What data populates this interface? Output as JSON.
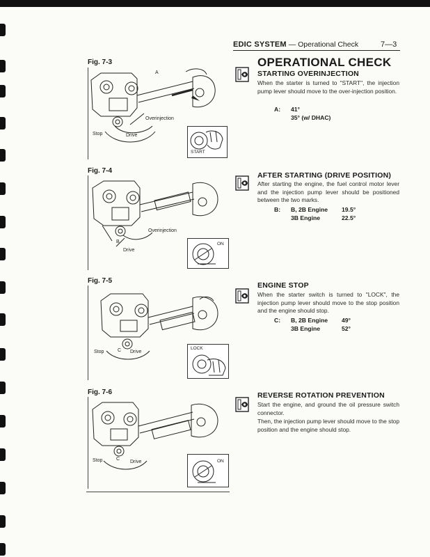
{
  "header": {
    "system": "EDIC SYSTEM",
    "dash": "—",
    "subtitle": "Operational Check",
    "page": "7—3"
  },
  "main_title": "OPERATIONAL CHECK",
  "icon_name": "inspect-eye-icon",
  "figures": [
    {
      "label": "Fig. 7-3",
      "callouts": [
        "A",
        "Overinjection",
        "Stop",
        "Drive"
      ],
      "switch": "START"
    },
    {
      "label": "Fig. 7-4",
      "callouts": [
        "Overinjection",
        "B",
        "Drive"
      ],
      "switch": "ON"
    },
    {
      "label": "Fig. 7-5",
      "callouts": [
        "Stop",
        "C",
        "Drive"
      ],
      "switch": "LOCK"
    },
    {
      "label": "Fig. 7-6",
      "callouts": [
        "Stop",
        "C",
        "Drive"
      ],
      "switch": "ON"
    }
  ],
  "sections": [
    {
      "title": "STARTING OVERINJECTION",
      "body": "When the starter is turned to \"START\", the injection pump lever should move to the over-injection position.",
      "specs": [
        {
          "key": "A:",
          "label": "",
          "value": "41°"
        },
        {
          "key": "",
          "label": "",
          "value": "35° (w/ DHAC)"
        }
      ]
    },
    {
      "title": "AFTER STARTING (DRIVE POSITION)",
      "body": "After starting the engine, the fuel control motor lever and the injection pump lever should be positioned between the two marks.",
      "specs": [
        {
          "key": "B:",
          "label": "B, 2B Engine",
          "value": "19.5°"
        },
        {
          "key": "",
          "label": "3B Engine",
          "value": "22.5°"
        }
      ]
    },
    {
      "title": "ENGINE STOP",
      "body": "When the starter switch is turned to \"LOCK\", the injection pump lever should move to the stop position and the engine should stop.",
      "specs": [
        {
          "key": "C:",
          "label": "B, 2B Engine",
          "value": "49°"
        },
        {
          "key": "",
          "label": "3B Engine",
          "value": "52°"
        }
      ]
    },
    {
      "title": "REVERSE ROTATION PREVENTION",
      "body": "Start the engine, and ground the oil pressure switch connector.",
      "body2": "Then, the injection pump lever should move to the stop position and the engine should stop."
    }
  ]
}
